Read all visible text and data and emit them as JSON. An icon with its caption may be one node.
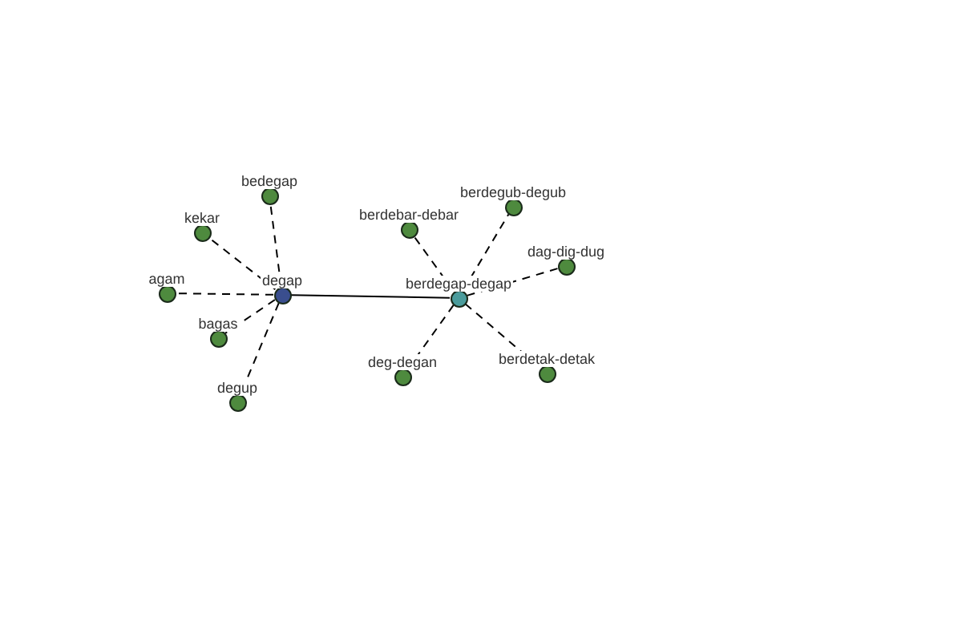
{
  "diagram": {
    "nodes": [
      {
        "text": [
          "bedegap"
        ]
      },
      {
        "text": [
          "kekar"
        ]
      },
      {
        "text": [
          "agam"
        ]
      },
      {
        "text": [
          "degap"
        ]
      },
      {
        "text": [
          "bagas"
        ]
      },
      {
        "text": [
          "degup"
        ]
      },
      {
        "text": [
          "berdebar-debar"
        ]
      },
      {
        "text": [
          "berdegub-degub"
        ]
      },
      {
        "text": [
          "berdegap-degap"
        ]
      },
      {
        "text": [
          "dag-dig-dug"
        ]
      },
      {
        "text": [
          "deg-degan"
        ]
      },
      {
        "text": [
          "berdetak-detak"
        ]
      }
    ],
    "edges": [
      {
        "from": 3,
        "to": 8,
        "arrow": "none"
      },
      {
        "from": 3,
        "to": 0,
        "arrow": "none",
        "style": "dashed"
      },
      {
        "from": 3,
        "to": 1,
        "arrow": "none",
        "style": "dashed"
      },
      {
        "from": 3,
        "to": 2,
        "arrow": "none",
        "style": "dashed"
      },
      {
        "from": 3,
        "to": 4,
        "arrow": "none",
        "style": "dashed"
      },
      {
        "from": 3,
        "to": 5,
        "arrow": "none",
        "style": "dashed"
      },
      {
        "from": 8,
        "to": 6,
        "arrow": "none",
        "style": "dashed"
      },
      {
        "from": 8,
        "to": 7,
        "arrow": "none",
        "style": "dashed"
      },
      {
        "from": 8,
        "to": 9,
        "arrow": "none",
        "style": "dashed"
      },
      {
        "from": 8,
        "to": 10,
        "arrow": "none",
        "style": "dashed"
      },
      {
        "from": 8,
        "to": 11,
        "arrow": "none",
        "style": "dashed"
      }
    ]
  }
}
